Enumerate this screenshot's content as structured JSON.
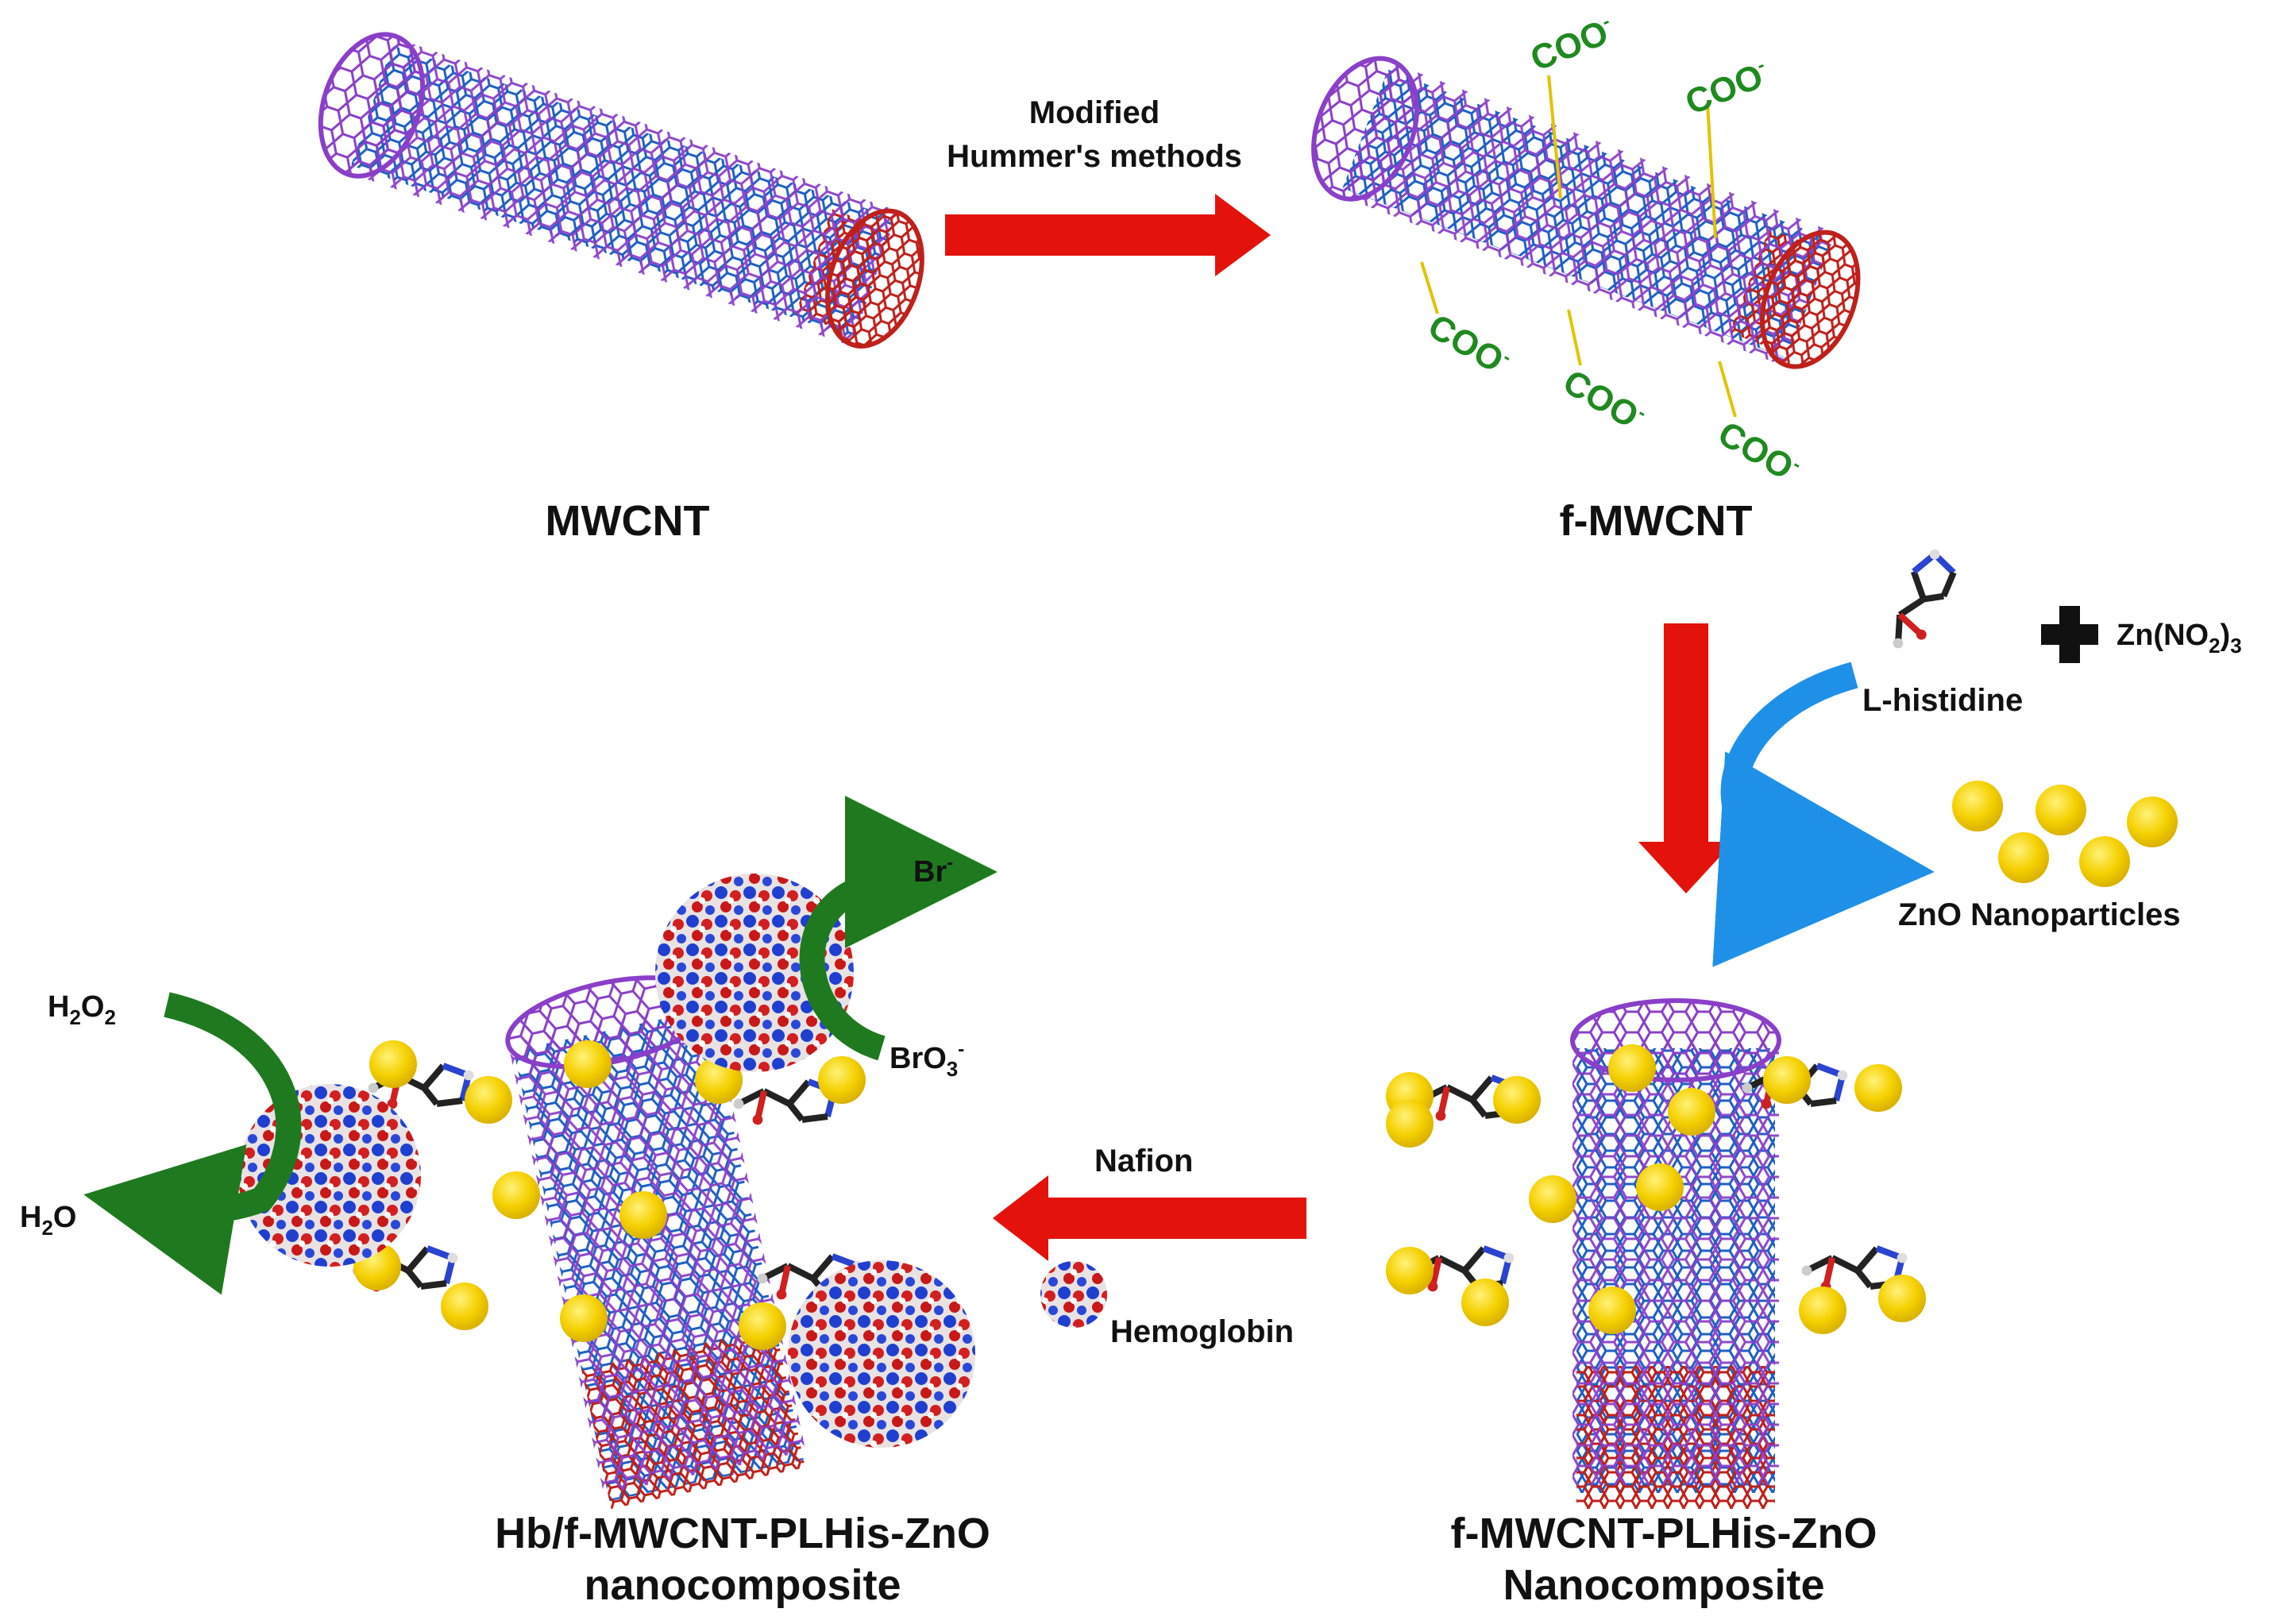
{
  "labels": {
    "mwcnt": "MWCNT",
    "fmwcnt": "f-MWCNT",
    "step1_line1": "Modified",
    "step1_line2": "Hummer's methods",
    "lhistidine": "L-histidine",
    "zno_np": "ZnO Nanoparticles",
    "composite_line1": "f-MWCNT-PLHis-ZnO",
    "composite_line2": "Nanocomposite",
    "nafion": "Nafion",
    "hemoglobin": "Hemoglobin",
    "final_line1": "Hb/f-MWCNT-PLHis-ZnO",
    "final_line2": "nanocomposite"
  },
  "chem": {
    "coo": "COO",
    "coo_sup": "-",
    "zn_prefix": "Zn(NO",
    "zn_sub": "2",
    "zn_suffix": ")",
    "zn_sub2": "3",
    "h2o2_h": "H",
    "h2o2_sub1": "2",
    "h2o2_o": "O",
    "h2o2_sub2": "2",
    "h2o_h": "H",
    "h2o_sub": "2",
    "h2o_o": "O",
    "br": "Br",
    "br_sup": "-",
    "bro3": "BrO",
    "bro3_sub": "3",
    "bro3_sup": "-"
  },
  "colors": {
    "arrow_red": "#e3120b",
    "arrow_blue": "#1e90e8",
    "arrow_green": "#1f7a1f",
    "tube_purple": "#8a3fc9",
    "tube_blue": "#1f5fc4",
    "tube_red": "#c0201a",
    "zno_yellow": "#f5d000",
    "coo_green": "#1f8a1f"
  }
}
